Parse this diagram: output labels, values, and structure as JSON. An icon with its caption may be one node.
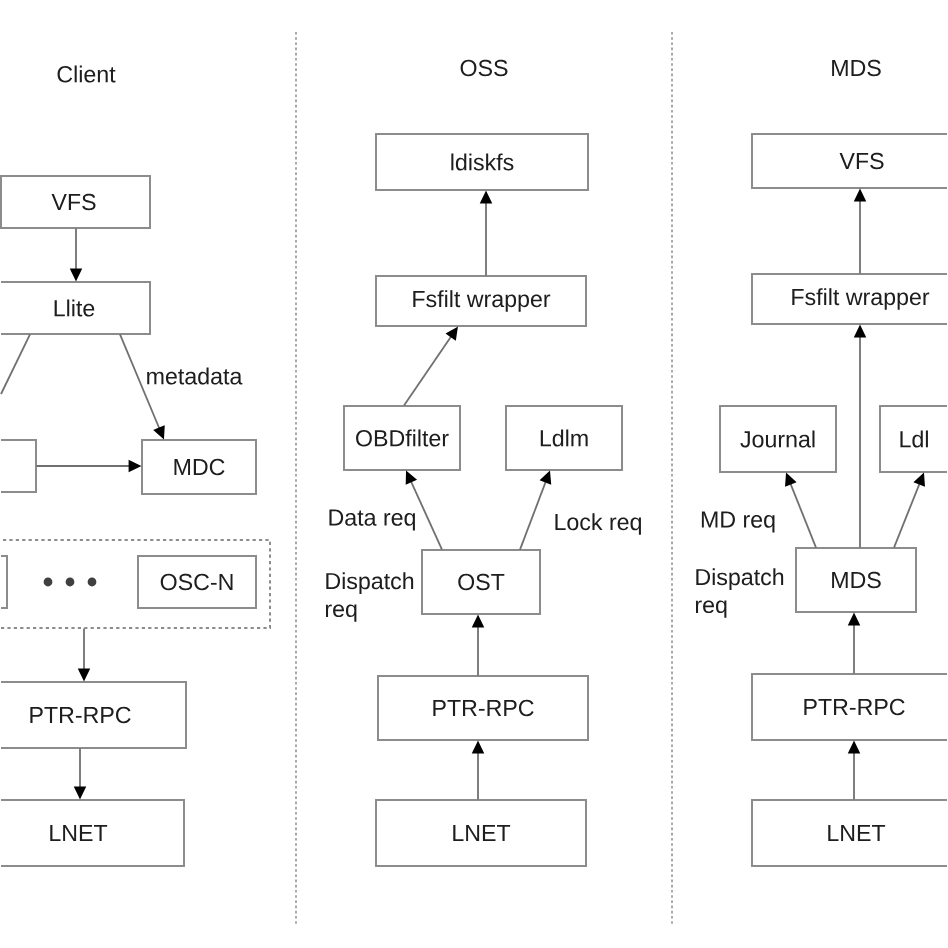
{
  "diagram": {
    "nodes": [
      {
        "text": [
          "VFS"
        ]
      },
      {
        "text": [
          "Llite"
        ]
      },
      {
        "text": [],
        "shape": "box"
      },
      {
        "text": [
          "MDC"
        ]
      },
      {
        "text": [],
        "shape": "box"
      },
      {
        "text": [],
        "shape": "box",
        "in": 4
      },
      {
        "text": [
          "OSC-N"
        ],
        "in": 4
      },
      {
        "text": [
          "PTR-RPC"
        ]
      },
      {
        "text": [
          "LNET"
        ]
      },
      {
        "text": [
          "ldiskfs"
        ]
      },
      {
        "text": [
          "Fsfilt wrapper"
        ]
      },
      {
        "text": [
          "OBDfilter"
        ]
      },
      {
        "text": [
          "Ldlm"
        ]
      },
      {
        "text": [
          "OST"
        ],
        "beside": [
          "Dispatch req"
        ]
      },
      {
        "text": [
          "PTR-RPC"
        ]
      },
      {
        "text": [
          "LNET"
        ]
      },
      {
        "text": [
          "VFS"
        ]
      },
      {
        "text": [
          "Fsfilt wrapper"
        ]
      },
      {
        "text": [
          "Journal"
        ]
      },
      {
        "text": [
          "Ldl"
        ]
      },
      {
        "text": [
          "MDS"
        ],
        "beside": [
          "Dispatch req"
        ]
      },
      {
        "text": [
          "PTR-RPC"
        ]
      },
      {
        "text": [
          "LNET"
        ]
      }
    ],
    "edges": [
      {
        "from": 0,
        "to": 1,
        "arrow": "to"
      },
      {
        "from": 1,
        "to": null,
        "arrow": "none"
      },
      {
        "from": 1,
        "to": 3,
        "arrow": "to",
        "label": "metadata"
      },
      {
        "from": 2,
        "to": 3,
        "arrow": "to"
      },
      {
        "from": 4,
        "to": 7,
        "arrow": "to"
      },
      {
        "from": 7,
        "to": 8,
        "arrow": "to"
      },
      {
        "from": 11,
        "to": 10,
        "arrow": "to"
      },
      {
        "from": 10,
        "to": 9,
        "arrow": "to"
      },
      {
        "from": 13,
        "to": 11,
        "arrow": "to",
        "label": "Data req"
      },
      {
        "from": 13,
        "to": 12,
        "arrow": "to",
        "label": "Lock req"
      },
      {
        "from": 14,
        "to": 13,
        "arrow": "to"
      },
      {
        "from": 15,
        "to": 14,
        "arrow": "to"
      },
      {
        "from": 17,
        "to": 16,
        "arrow": "to"
      },
      {
        "from": 20,
        "to": 17,
        "arrow": "to"
      },
      {
        "from": 20,
        "to": 18,
        "arrow": "to",
        "label": "MD req"
      },
      {
        "from": 20,
        "to": 19,
        "arrow": "to"
      },
      {
        "from": 21,
        "to": 20,
        "arrow": "to"
      },
      {
        "from": 22,
        "to": 21,
        "arrow": "to"
      }
    ],
    "labels": [
      "Client",
      "OSS",
      "MDS"
    ]
  }
}
